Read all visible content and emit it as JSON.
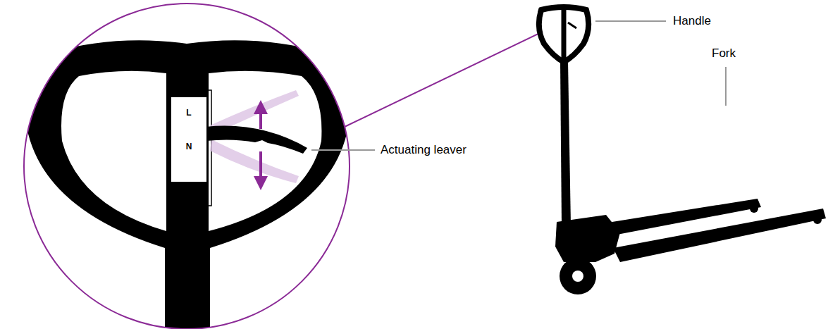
{
  "diagram": {
    "nodes": [
      {
        "text": [
          "L",
          "N"
        ]
      }
    ],
    "labels": [
      "Actuating leaver",
      "Handle",
      "Fork"
    ]
  }
}
